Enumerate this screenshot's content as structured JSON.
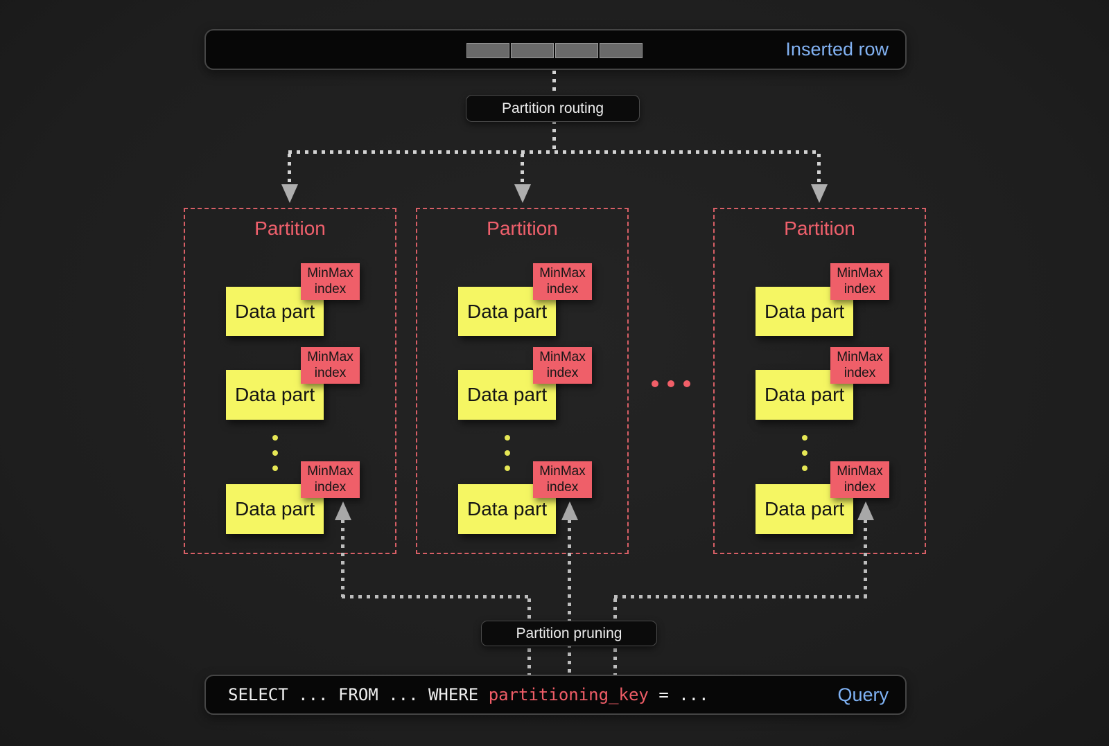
{
  "colors": {
    "background": "#202020",
    "box_background": "#070707",
    "accent_blue": "#82b2f3",
    "salmon": "#ef5f69",
    "yellow": "#f5f663",
    "dash_light": "#d3d3d3",
    "dash_gray": "#bdbdbd"
  },
  "inserted_row": {
    "label": "Inserted row",
    "cell_count": 4
  },
  "labels": {
    "routing": "Partition routing",
    "pruning": "Partition pruning"
  },
  "partitions": [
    {
      "title": "Partition",
      "parts": [
        {
          "label": "Data part",
          "index": {
            "line1": "MinMax",
            "line2": "index"
          }
        },
        {
          "label": "Data part",
          "index": {
            "line1": "MinMax",
            "line2": "index"
          }
        },
        {
          "label": "Data part",
          "index": {
            "line1": "MinMax",
            "line2": "index"
          }
        }
      ]
    },
    {
      "title": "Partition",
      "parts": [
        {
          "label": "Data part",
          "index": {
            "line1": "MinMax",
            "line2": "index"
          }
        },
        {
          "label": "Data part",
          "index": {
            "line1": "MinMax",
            "line2": "index"
          }
        },
        {
          "label": "Data part",
          "index": {
            "line1": "MinMax",
            "line2": "index"
          }
        }
      ]
    },
    {
      "title": "Partition",
      "parts": [
        {
          "label": "Data part",
          "index": {
            "line1": "MinMax",
            "line2": "index"
          }
        },
        {
          "label": "Data part",
          "index": {
            "line1": "MinMax",
            "line2": "index"
          }
        },
        {
          "label": "Data part",
          "index": {
            "line1": "MinMax",
            "line2": "index"
          }
        }
      ]
    }
  ],
  "query": {
    "code_before_key": "SELECT ... FROM ... WHERE ",
    "key": "partitioning_key",
    "code_after_key": " = ...",
    "label": "Query"
  }
}
